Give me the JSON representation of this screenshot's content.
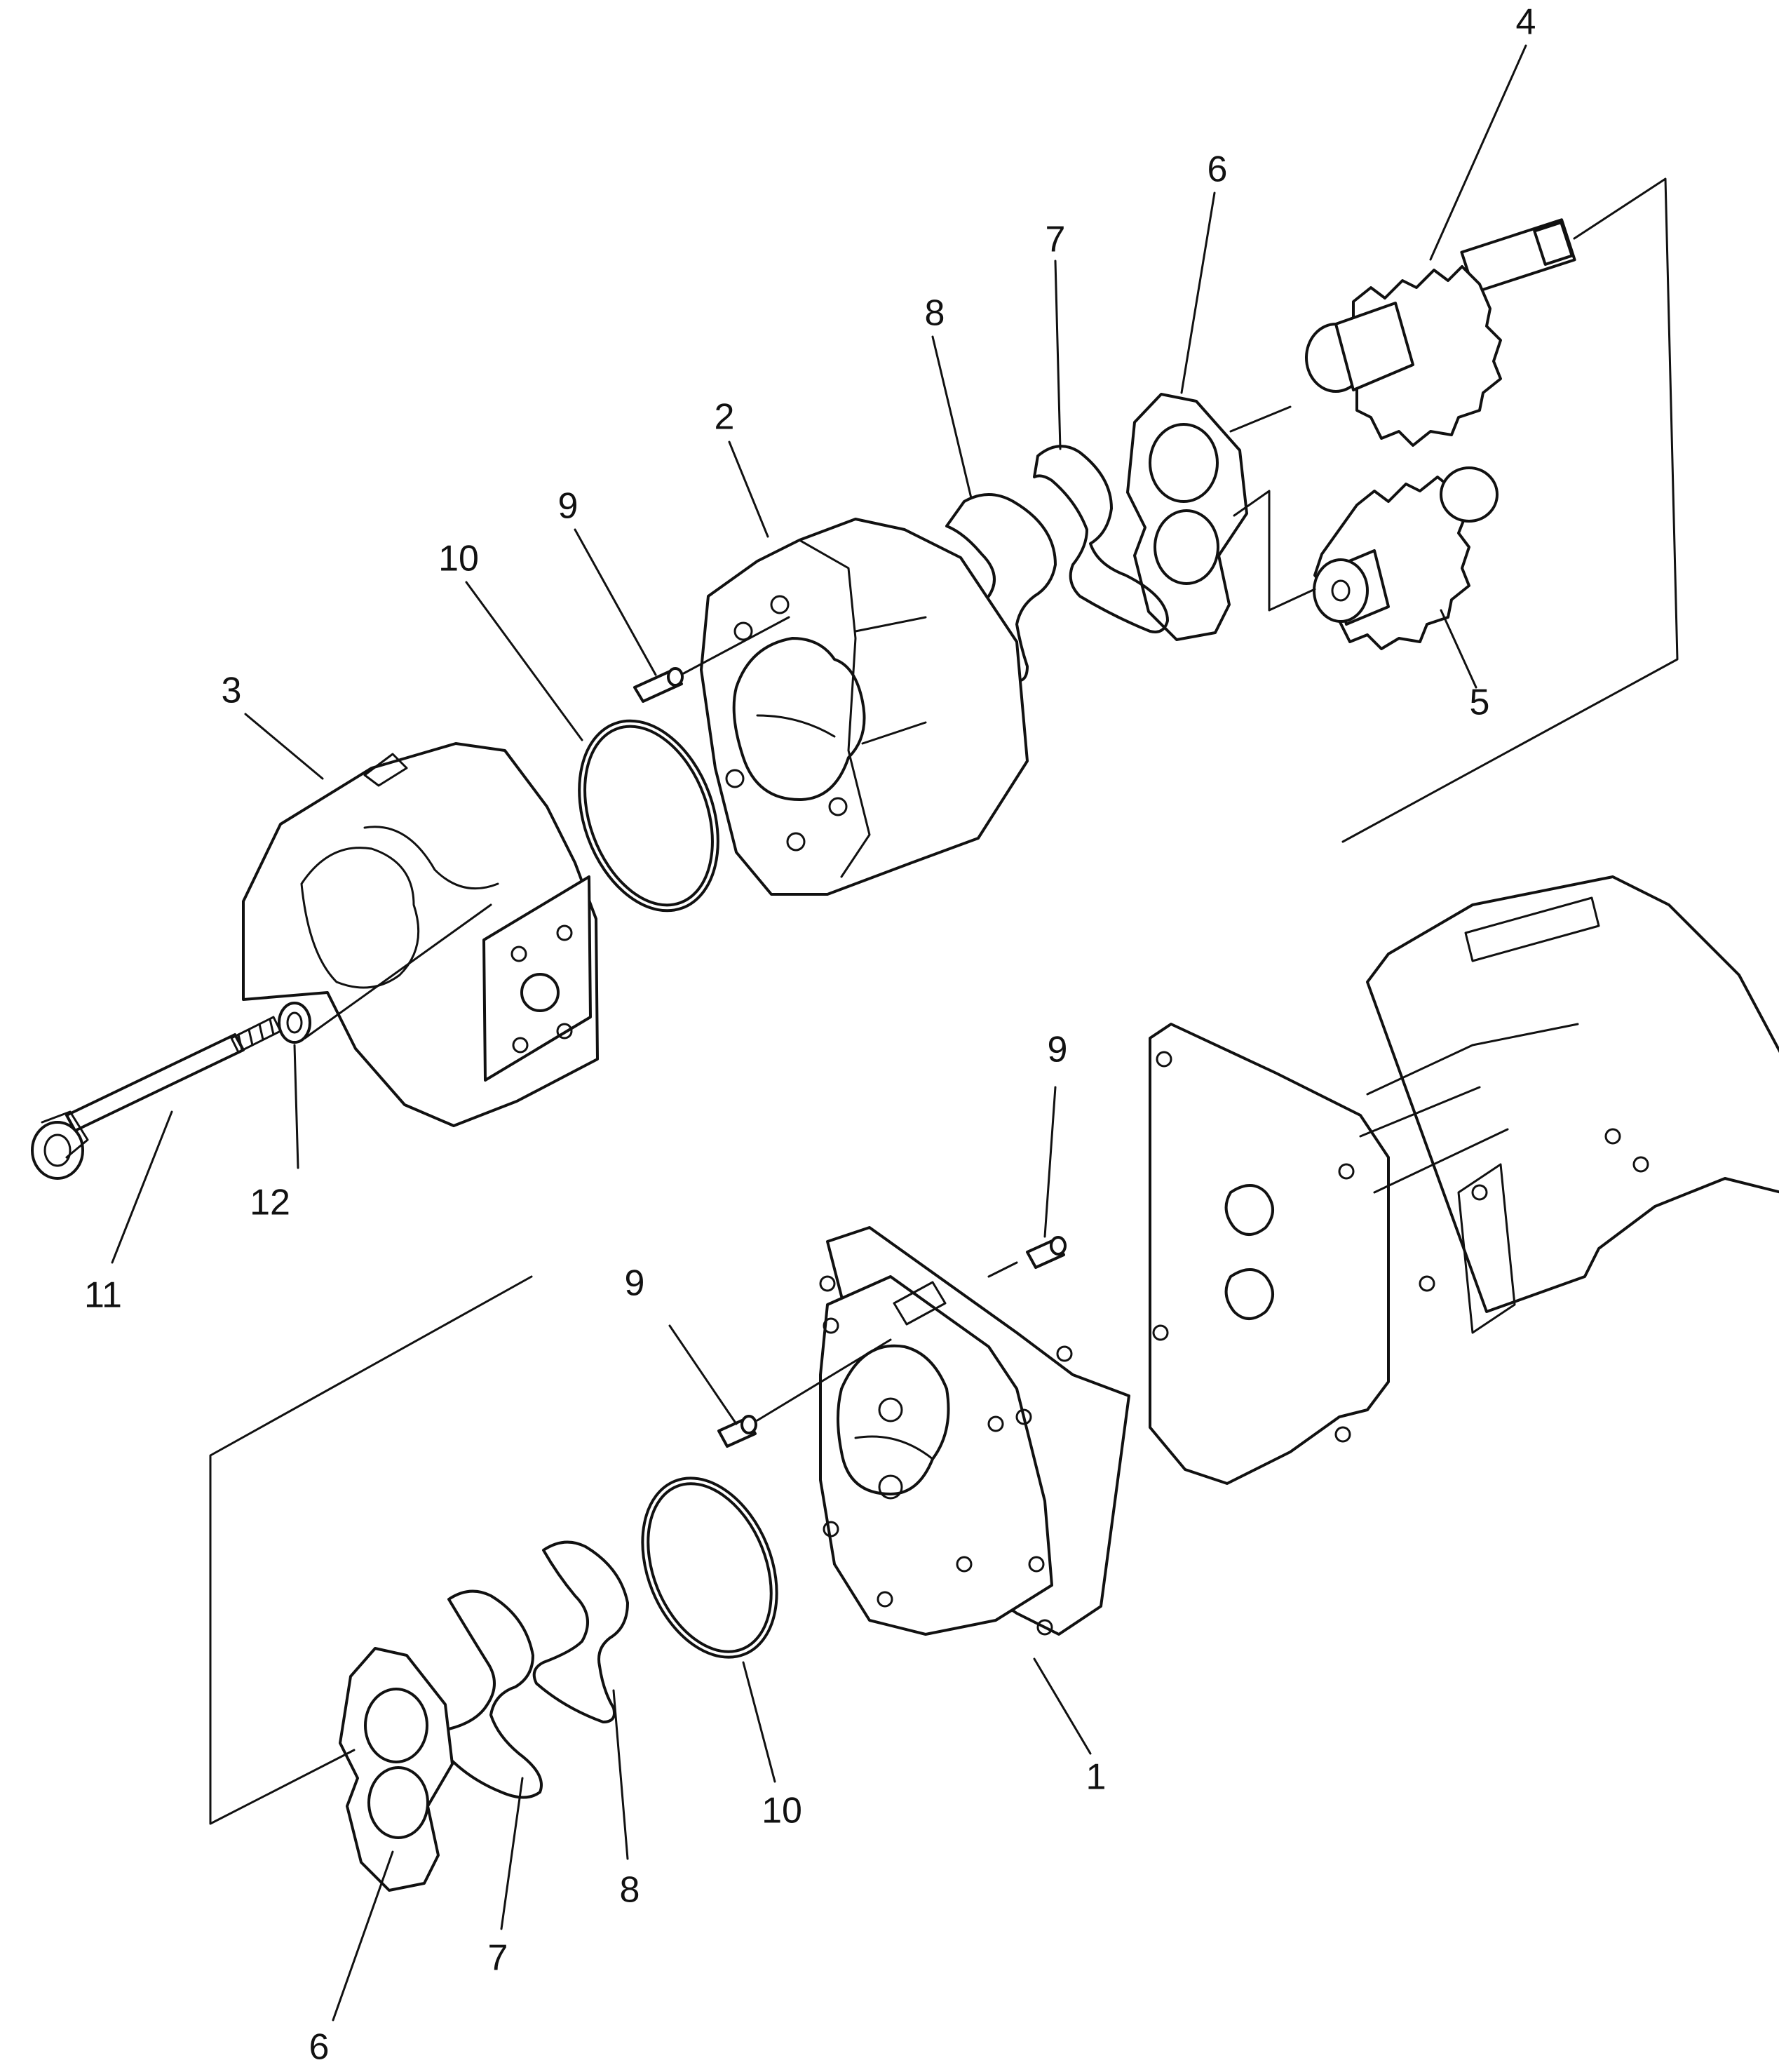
{
  "callouts": [
    {
      "id": "c4",
      "text": "4"
    },
    {
      "id": "c6a",
      "text": "6"
    },
    {
      "id": "c7a",
      "text": "7"
    },
    {
      "id": "c8a",
      "text": "8"
    },
    {
      "id": "c2",
      "text": "2"
    },
    {
      "id": "c9a",
      "text": "9"
    },
    {
      "id": "c10a",
      "text": "10"
    },
    {
      "id": "c3",
      "text": "3"
    },
    {
      "id": "c5",
      "text": "5"
    },
    {
      "id": "c12",
      "text": "12"
    },
    {
      "id": "c11",
      "text": "11"
    },
    {
      "id": "c9b",
      "text": "9"
    },
    {
      "id": "c9c",
      "text": "9"
    },
    {
      "id": "c10b",
      "text": "10"
    },
    {
      "id": "c8b",
      "text": "8"
    },
    {
      "id": "c7b",
      "text": "7"
    },
    {
      "id": "c6b",
      "text": "6"
    },
    {
      "id": "c1",
      "text": "1"
    }
  ]
}
